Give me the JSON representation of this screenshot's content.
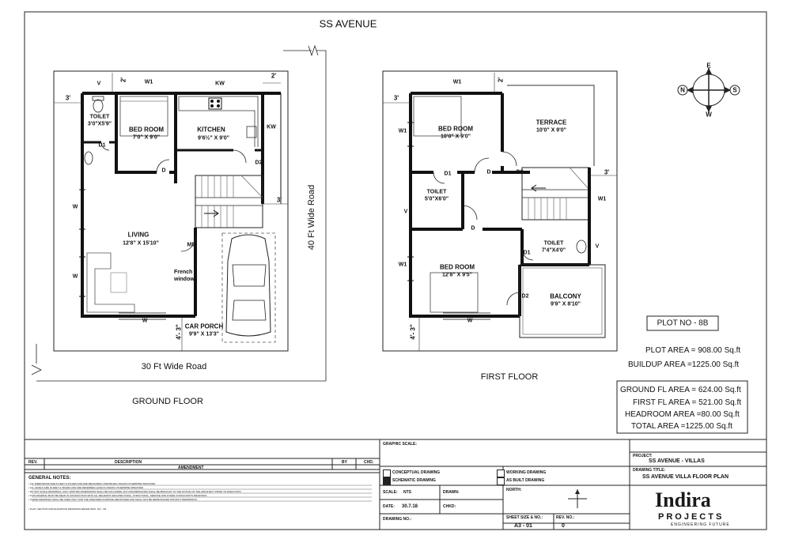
{
  "street_top": "SS AVENUE",
  "ground_floor": {
    "title": "GROUND FLOOR",
    "rooms": {
      "toilet": {
        "name": "TOILET",
        "size": "3'0\"X5'9\""
      },
      "bedroom": {
        "name": "BED ROOM",
        "size": "7'0\" X 9'0\""
      },
      "kitchen": {
        "name": "KITCHEN",
        "size": "9'6½\" X 9'0\""
      },
      "living": {
        "name": "LIVING",
        "size": "12'8\" X 15'10\""
      },
      "car_porch": {
        "name": "CAR PORCH",
        "size": "9'9\" X 13'3\""
      }
    },
    "door_tags": {
      "d1": "D1",
      "d": "D",
      "d2": "D2",
      "md": "MD"
    },
    "window_tags": {
      "v": "V",
      "w1": "W1",
      "kw": "KW",
      "kw2": "KW",
      "w_left1": "W",
      "w_left2": "W",
      "w_bottom": "W"
    },
    "french_window": "French\nwindow",
    "dims": {
      "three_a": "3'",
      "two_a": "2'",
      "two_b": "2'",
      "three_b": "3'",
      "four_three": "4'- 3\""
    },
    "road_bottom": "30 Ft Wide Road",
    "road_right": "40 Ft Wide Road"
  },
  "first_floor": {
    "title": "FIRST  FLOOR",
    "rooms": {
      "bedroom1": {
        "name": "BED ROOM",
        "size": "10'0\" X 9'0\""
      },
      "terrace": {
        "name": "TERRACE",
        "size": "10'0\" X 9'0\""
      },
      "toilet1": {
        "name": "TOILET",
        "size": "5'0\"X6'0\""
      },
      "toilet2": {
        "name": "TOILET",
        "size": "7'4\"X4'0\""
      },
      "bedroom2": {
        "name": "BED ROOM",
        "size": "12'8\" X 9'5\""
      },
      "balcony": {
        "name": "BALCONY",
        "size": "9'9\" X 8'10\""
      }
    },
    "door_tags": {
      "d1a": "D1",
      "da": "D",
      "d2a": "D2",
      "db": "D",
      "d1b": "D1",
      "d2b": "D2"
    },
    "window_tags": {
      "w1_top": "W1",
      "w1_left_a": "W1",
      "v_left": "V",
      "w1_right": "W1",
      "v_right": "V",
      "w1_left_b": "W1",
      "w_bottom": "W"
    },
    "dims": {
      "three_a": "3'",
      "two_a": "2'",
      "three_b": "3'",
      "four_three": "4'- 3\""
    }
  },
  "compass": {
    "n": "N",
    "e": "E",
    "s": "S",
    "w": "W"
  },
  "plot_info": {
    "plot_no": "PLOT NO - 8B",
    "plot_area": "PLOT AREA  = 908.00 Sq.ft",
    "buildup_area": "BUILDUP AREA   =1225.00 Sq.ft"
  },
  "areas": {
    "ground": "GROUND FL AREA  = 624.00 Sq.ft",
    "first": "FIRST   FL AREA  = 521.00 Sq.ft",
    "headroom": "HEADROOM AREA  =80.00 Sq.ft",
    "total": "TOTAL AREA  =1225.00 Sq.ft"
  },
  "title_block": {
    "col_rev": "REV.",
    "col_desc": "DESCRIPTION",
    "col_by": "BY",
    "col_chd": "CHD.",
    "amendment": "AMENDMENT",
    "general_notes": "GENERAL NOTES:",
    "notes": [
      "• ALL DIMENSIONS ARE IN FEET & INCHES AND ARE MEASURED UNFINISHED UNLESS OTHERWISE SPECIFIED.",
      "• ALL LEVELS ARE IN FEET & INCHES AND ARE REFERRED LEVELS UNLESS OTHERWISE SPECIFIED.",
      "• DO NOT SCALE DRAWINGS, ONLY WRITTEN DIMENSIONS SHALL BE FOLLOWED, ANY DISCREPANCIES SHALL BE BROUGHT TO THE NOTICE OF THE ARCHITECT PRIOR TO EXECUTION.",
      "• THIS DRAWING MUST BE READ IN CONJUNCTION WITH ALL RELEVANT ARCHITECTURAL, STRUCTURAL, SERVICE AND OTHER CONSULTANTS DRAWINGS.",
      "• THESE DRAWINGS SHALL BE USED ONLY FOR THE SPECIFIED PURPOSE MENTIONED AND SHALL NOT BE REPRODUCED WITHOUT PERMISSION.",
      "• PLAN, SECTION AND ELEVATION DRAWINGS REFER DWG. NO.- 3/6"
    ],
    "graphic_scale": "GRAPHIC SCALE:",
    "conceptual": "CONCEPTUAL DRAWING",
    "schematic": "SCHEMATIC DRAWING",
    "working": "WORKING DRAWING",
    "as_built": "AS BUILT DRAWING",
    "scale_lbl": "SCALE:",
    "scale_val": "NTS",
    "drawn_lbl": "DRAWN:",
    "date_lbl": "DATE:",
    "date_val": "30.7.18",
    "chkd_lbl": "CHKD:",
    "drawing_no_lbl": "DRAWING NO.:",
    "north_lbl": "NORTH:",
    "sheet_lbl": "SHEET SIZE & NO.:",
    "sheet_val": "A3 - 01",
    "rev_no_lbl": "REV. NO.:",
    "rev_no_val": "0",
    "project_lbl": "PROJECT:",
    "project_val": "SS AVENUE - VILLAS",
    "drawing_title_lbl": "DRAWING TITLE:",
    "drawing_title_val": "SS AVENUE VILLA FLOOR PLAN",
    "logo_main": "Indira",
    "logo_sub": "PROJECTS",
    "logo_tag": "ENGINEERING FUTURE"
  }
}
